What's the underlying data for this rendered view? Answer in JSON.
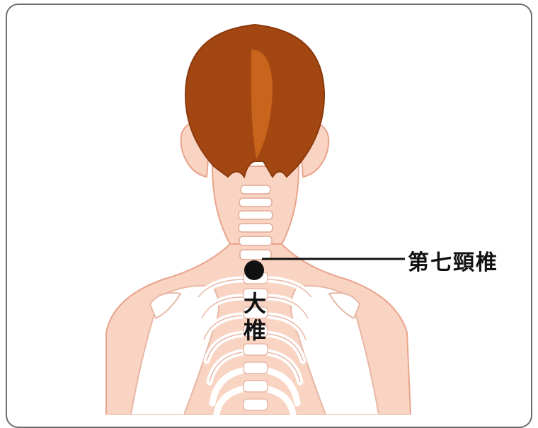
{
  "annotations": {
    "vertebra_label": "第七頸椎",
    "acupoint_label_top": "大",
    "acupoint_label_bottom": "椎"
  },
  "colors": {
    "skin": "#f9d4c2",
    "skin_outline": "#e9a48c",
    "bone": "#ffffff",
    "bone_outline": "#e8b7a6",
    "hair": "#a34712",
    "hair_highlight": "#cf6a1f",
    "frame": "#6e6e6e",
    "marker": "#111111"
  }
}
